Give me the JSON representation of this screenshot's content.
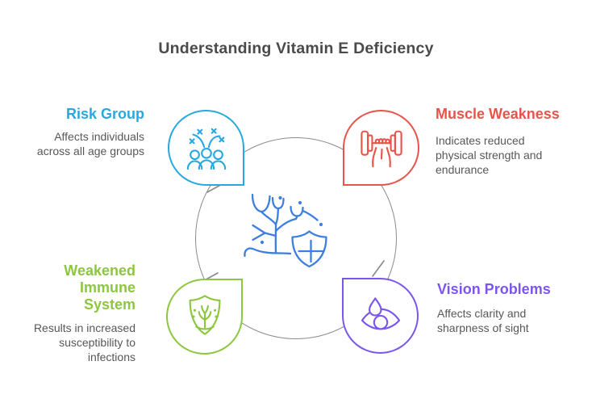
{
  "title": "Understanding Vitamin E Deficiency",
  "colors": {
    "background": "#FFFFFF",
    "blue": "#29A8E0",
    "red": "#E8544B",
    "green": "#8DC63F",
    "purple": "#7C55F0",
    "center_blue": "#3D7FE0",
    "circle_gray": "#8B8B8B",
    "title_text": "#4A4A4A",
    "body_text": "#57575A"
  },
  "center": {
    "icon": "tree-shield-plus-icon",
    "color": "#3D7FE0"
  },
  "items": [
    {
      "id": "risk-group",
      "label": "Risk Group",
      "description": "Affects individuals across all age groups",
      "color": "#29A8E0",
      "icon": "people-celebration-icon",
      "position": "top-left"
    },
    {
      "id": "muscle-weakness",
      "label": "Muscle Weakness",
      "description": "Indicates reduced physical strength and endurance",
      "color": "#E8544B",
      "icon": "hand-dumbbell-icon",
      "position": "top-right"
    },
    {
      "id": "weakened-immune-system",
      "label": "Weakened Immune System",
      "description": "Results in increased susceptibility to infections",
      "color": "#8DC63F",
      "icon": "shield-sapling-icon",
      "position": "bottom-left"
    },
    {
      "id": "vision-problems",
      "label": "Vision Problems",
      "description": "Affects clarity and sharpness of sight",
      "color": "#7C55F0",
      "icon": "eye-droplet-icon",
      "position": "bottom-right"
    }
  ]
}
